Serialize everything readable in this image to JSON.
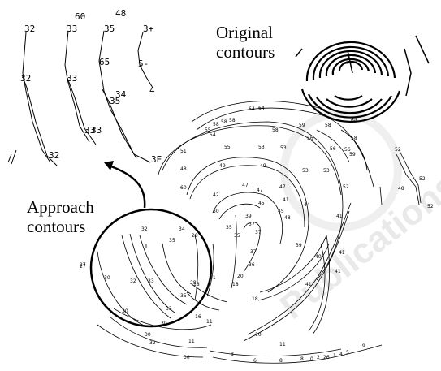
{
  "labels": {
    "original_contours": [
      "Original",
      "contours"
    ],
    "approach_contours": [
      "Approach",
      "contours"
    ]
  },
  "watermark": "Publications",
  "zoom_numbers": [
    "32",
    "33",
    "35",
    "3+",
    "60",
    "48",
    "32",
    "33",
    "65",
    "5-",
    "34",
    "35",
    "4",
    "33",
    "33",
    "32",
    "3E"
  ],
  "contour_numbers": [
    "64",
    "64",
    "58",
    "58",
    "58",
    "55",
    "54",
    "59",
    "58",
    "58",
    "64",
    "51",
    "55",
    "53",
    "53",
    "56",
    "56",
    "56",
    "58",
    "59",
    "60",
    "49",
    "49",
    "48",
    "53",
    "53",
    "52",
    "47",
    "47",
    "47",
    "41",
    "45",
    "42",
    "44",
    "45",
    "35",
    "35",
    "28",
    "39",
    "30",
    "37",
    "37",
    "37",
    "34",
    "36",
    "40",
    "39",
    "41",
    "48",
    "41",
    "41",
    "41",
    "48",
    "52",
    "52",
    "52",
    "27",
    "30",
    "32",
    "33",
    "32",
    "35",
    "35",
    "33",
    "18",
    "18",
    "21",
    "18",
    "16",
    "11",
    "11",
    "30",
    "30",
    "32",
    "30",
    "30",
    "8",
    "6",
    "8",
    "8",
    "0",
    "2",
    "26",
    "1",
    "4",
    "5",
    "9",
    "10",
    "11",
    "27",
    "28",
    "20"
  ],
  "colors": {
    "ink": "#000000",
    "watermark": "#e9e9e9"
  }
}
